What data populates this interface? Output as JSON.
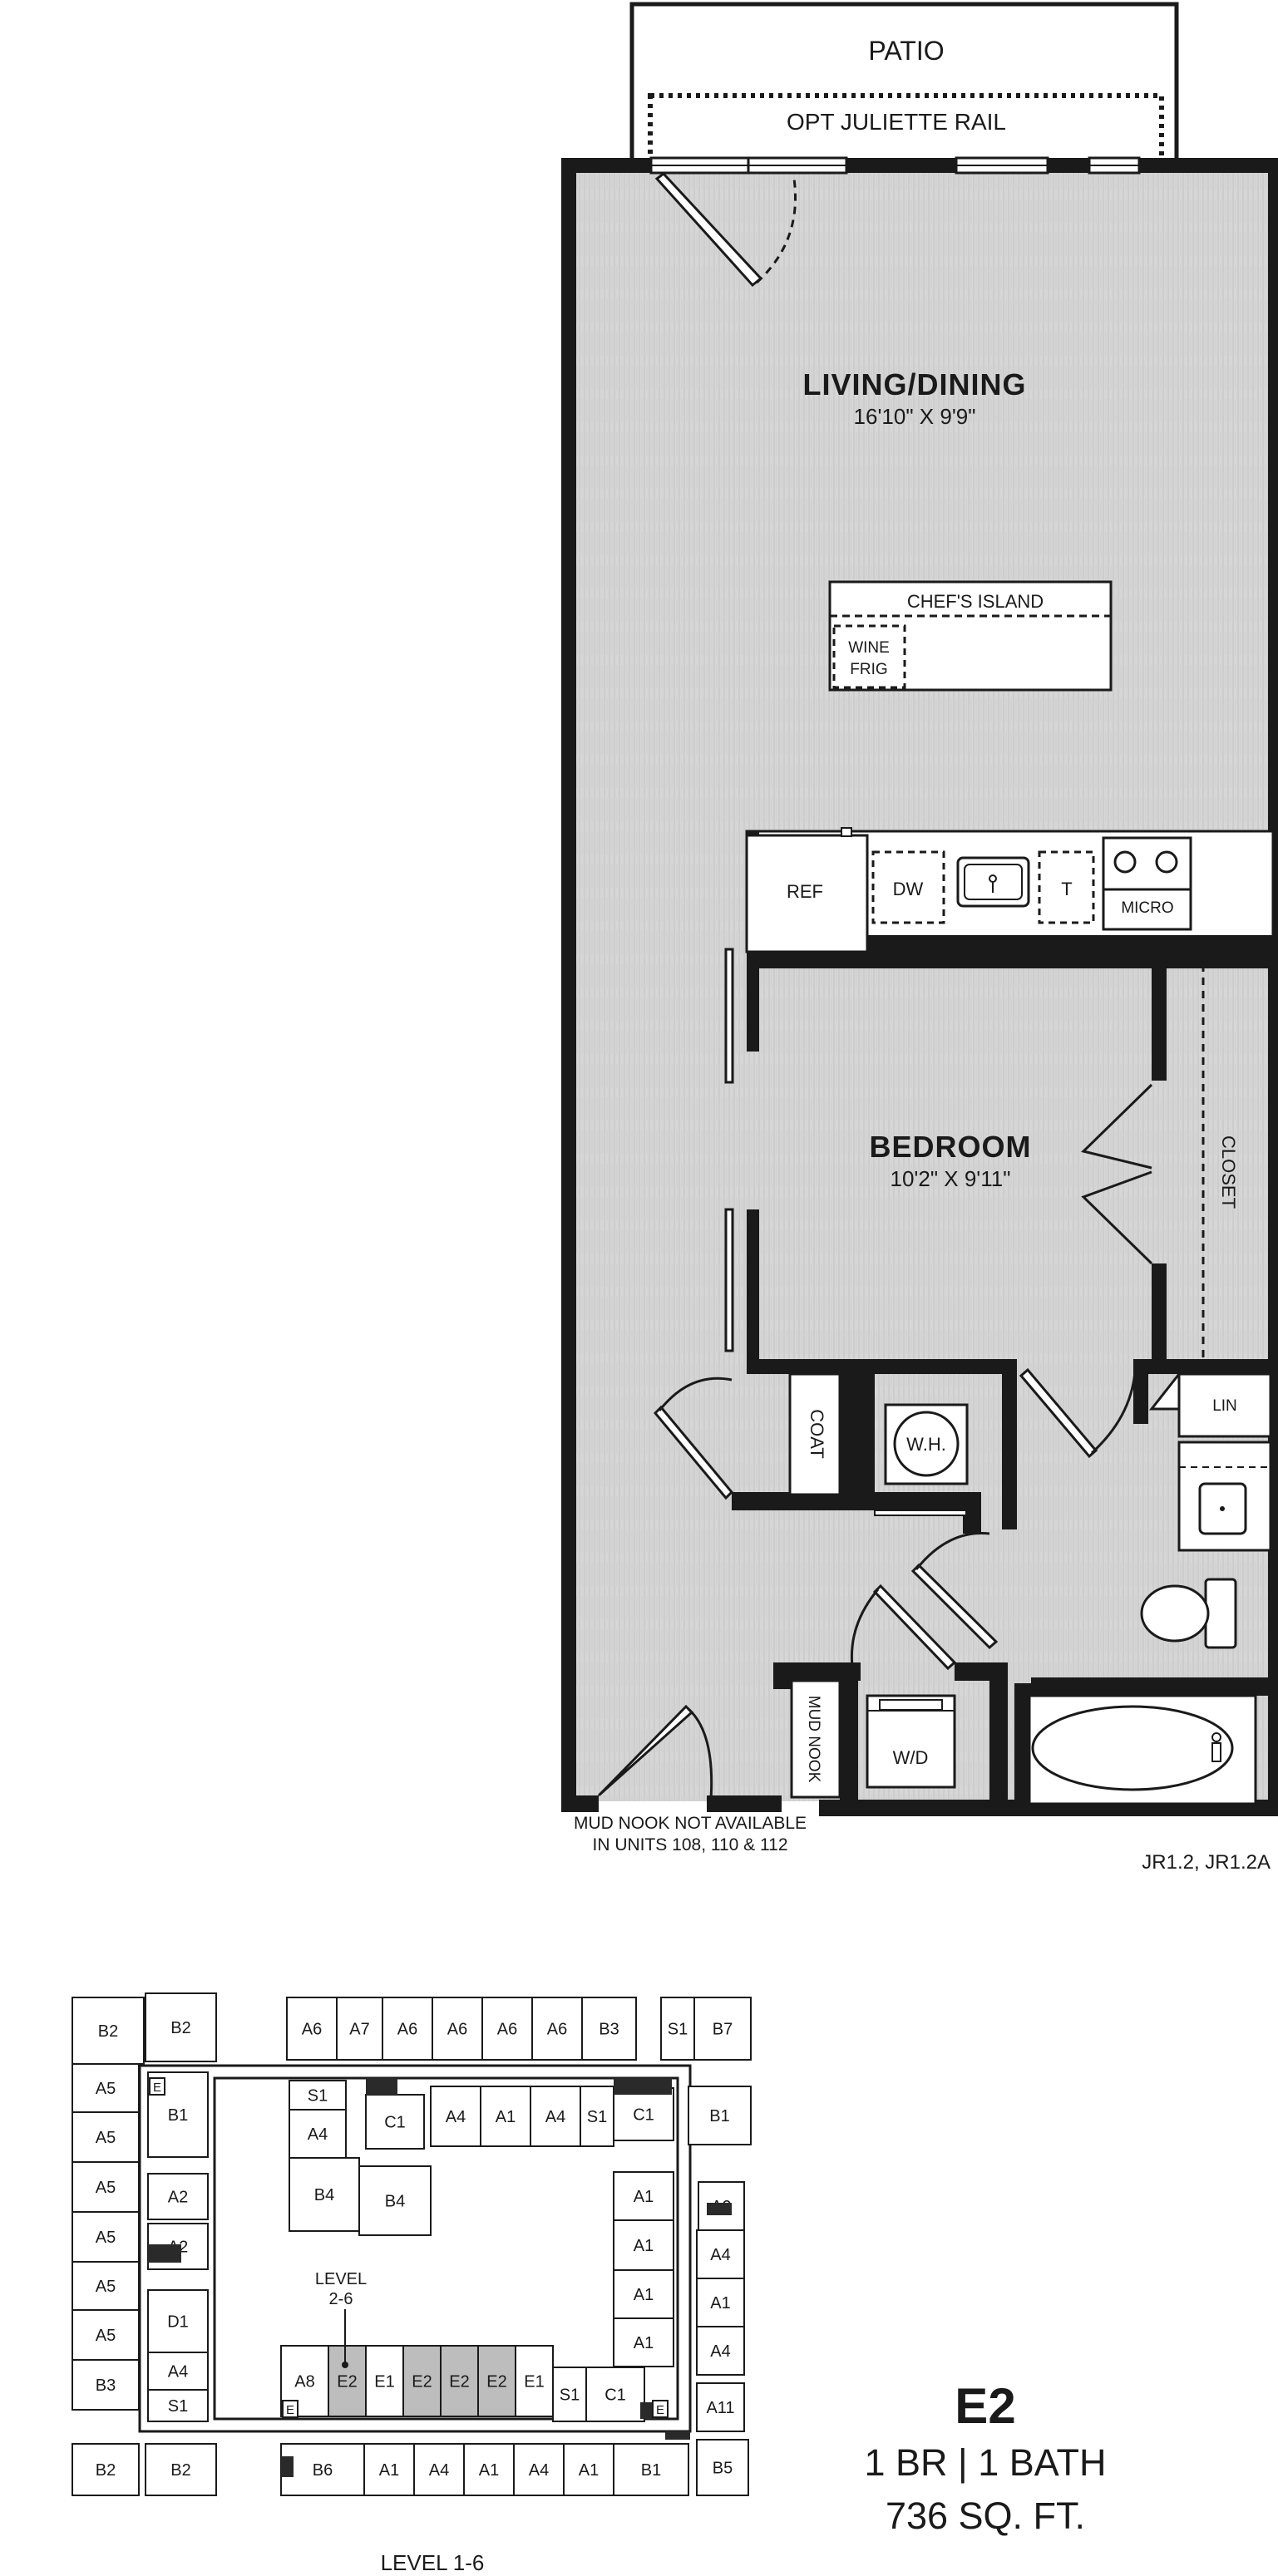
{
  "floorplan": {
    "rooms": {
      "patio": "PATIO",
      "juliette_rail": "OPT JULIETTE RAIL",
      "living_dining": {
        "name": "LIVING/DINING",
        "dimensions": "16'10\" X 9'9\""
      },
      "chefs_island": "CHEF'S ISLAND",
      "wine_frig": [
        "WINE",
        "FRIG"
      ],
      "ref": "REF",
      "dw": "DW",
      "t": "T",
      "micro": "MICRO",
      "bedroom": {
        "name": "BEDROOM",
        "dimensions": "10'2\" X 9'11\""
      },
      "closet": "CLOSET",
      "lin": "LIN",
      "coat": "COAT",
      "wh": "W.H.",
      "mud_nook": "MUD NOOK",
      "wd": "W/D"
    },
    "notes": {
      "mud_nook_line1": "MUD NOOK NOT AVAILABLE",
      "mud_nook_line2": "IN UNITS 108, 110 & 112",
      "unit_codes": "JR1.2, JR1.2A"
    }
  },
  "keyplan": {
    "level_pointer": [
      "LEVEL",
      "2-6"
    ],
    "caption": "LEVEL 1-6",
    "highlighted_unit": "E2",
    "units": [
      {
        "id": "u01",
        "label": "B2"
      },
      {
        "id": "u02",
        "label": "B2"
      },
      {
        "id": "u03",
        "label": "A6"
      },
      {
        "id": "u04",
        "label": "A7"
      },
      {
        "id": "u05",
        "label": "A6"
      },
      {
        "id": "u06",
        "label": "A6"
      },
      {
        "id": "u07",
        "label": "A6"
      },
      {
        "id": "u08",
        "label": "A6"
      },
      {
        "id": "u09",
        "label": "B3"
      },
      {
        "id": "u10",
        "label": "S1"
      },
      {
        "id": "u11",
        "label": "B7"
      },
      {
        "id": "u12",
        "label": "A5"
      },
      {
        "id": "u13",
        "label": "A5"
      },
      {
        "id": "u14",
        "label": "A5"
      },
      {
        "id": "u15",
        "label": "A5"
      },
      {
        "id": "u16",
        "label": "A5"
      },
      {
        "id": "u17",
        "label": "A5"
      },
      {
        "id": "u18",
        "label": "B3"
      },
      {
        "id": "u19",
        "label": "B2"
      },
      {
        "id": "u20",
        "label": "B2"
      },
      {
        "id": "u21",
        "label": "B1"
      },
      {
        "id": "u22",
        "label": "A2"
      },
      {
        "id": "u23",
        "label": "A2"
      },
      {
        "id": "u24",
        "label": "D1"
      },
      {
        "id": "u25",
        "label": "A4"
      },
      {
        "id": "u26",
        "label": "S1"
      },
      {
        "id": "u27",
        "label": "S1"
      },
      {
        "id": "u28",
        "label": "A4"
      },
      {
        "id": "u29",
        "label": "B4"
      },
      {
        "id": "u30",
        "label": "B4"
      },
      {
        "id": "u31",
        "label": "C1"
      },
      {
        "id": "u32",
        "label": "A4"
      },
      {
        "id": "u33",
        "label": "A1"
      },
      {
        "id": "u34",
        "label": "A4"
      },
      {
        "id": "u35",
        "label": "S1"
      },
      {
        "id": "u36",
        "label": "C1"
      },
      {
        "id": "u37",
        "label": "A1"
      },
      {
        "id": "u38",
        "label": "A1"
      },
      {
        "id": "u39",
        "label": "A1"
      },
      {
        "id": "u40",
        "label": "A1"
      },
      {
        "id": "u41",
        "label": "B1"
      },
      {
        "id": "u42",
        "label": "A9"
      },
      {
        "id": "u43",
        "label": "A4"
      },
      {
        "id": "u44",
        "label": "A1"
      },
      {
        "id": "u45",
        "label": "A4"
      },
      {
        "id": "u46",
        "label": "A11"
      },
      {
        "id": "u47",
        "label": "B5"
      },
      {
        "id": "u48",
        "label": "A8"
      },
      {
        "id": "u49",
        "label": "E2"
      },
      {
        "id": "u50",
        "label": "E1"
      },
      {
        "id": "u51",
        "label": "E2"
      },
      {
        "id": "u52",
        "label": "E2"
      },
      {
        "id": "u53",
        "label": "E2"
      },
      {
        "id": "u54",
        "label": "E1"
      },
      {
        "id": "u55",
        "label": "S1"
      },
      {
        "id": "u56",
        "label": "C1"
      },
      {
        "id": "u57",
        "label": "B6"
      },
      {
        "id": "u58",
        "label": "A1"
      },
      {
        "id": "u59",
        "label": "A4"
      },
      {
        "id": "u60",
        "label": "A1"
      },
      {
        "id": "u61",
        "label": "A4"
      },
      {
        "id": "u62",
        "label": "A1"
      },
      {
        "id": "u63",
        "label": "B1"
      }
    ],
    "elevators": [
      "E",
      "E",
      "E"
    ]
  },
  "unit_summary": {
    "name": "E2",
    "beds_baths": "1 BR | 1 BATH",
    "area": "736 SQ. FT."
  },
  "colors": {
    "wall": "#1a1a1a",
    "floor_fill": "#d4d4d4",
    "highlight": "#bdbdbd"
  }
}
